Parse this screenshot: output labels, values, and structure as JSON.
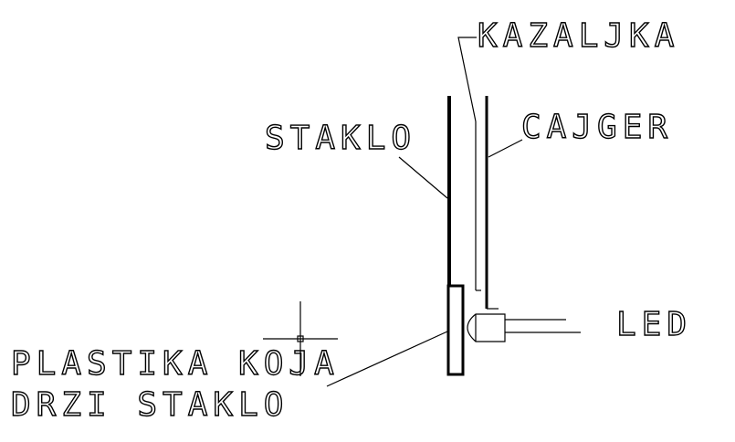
{
  "diagram": {
    "labels": {
      "kazaljka": "KAZALJKA",
      "staklo": "STAKLO",
      "cajger": "CAJGER",
      "led": "LED",
      "plastika_line1": "PLASTIKA KOJA",
      "plastika_line2": "DRZI STAKLO"
    },
    "colors": {
      "background": "#ffffff",
      "ink": "#000000"
    }
  }
}
